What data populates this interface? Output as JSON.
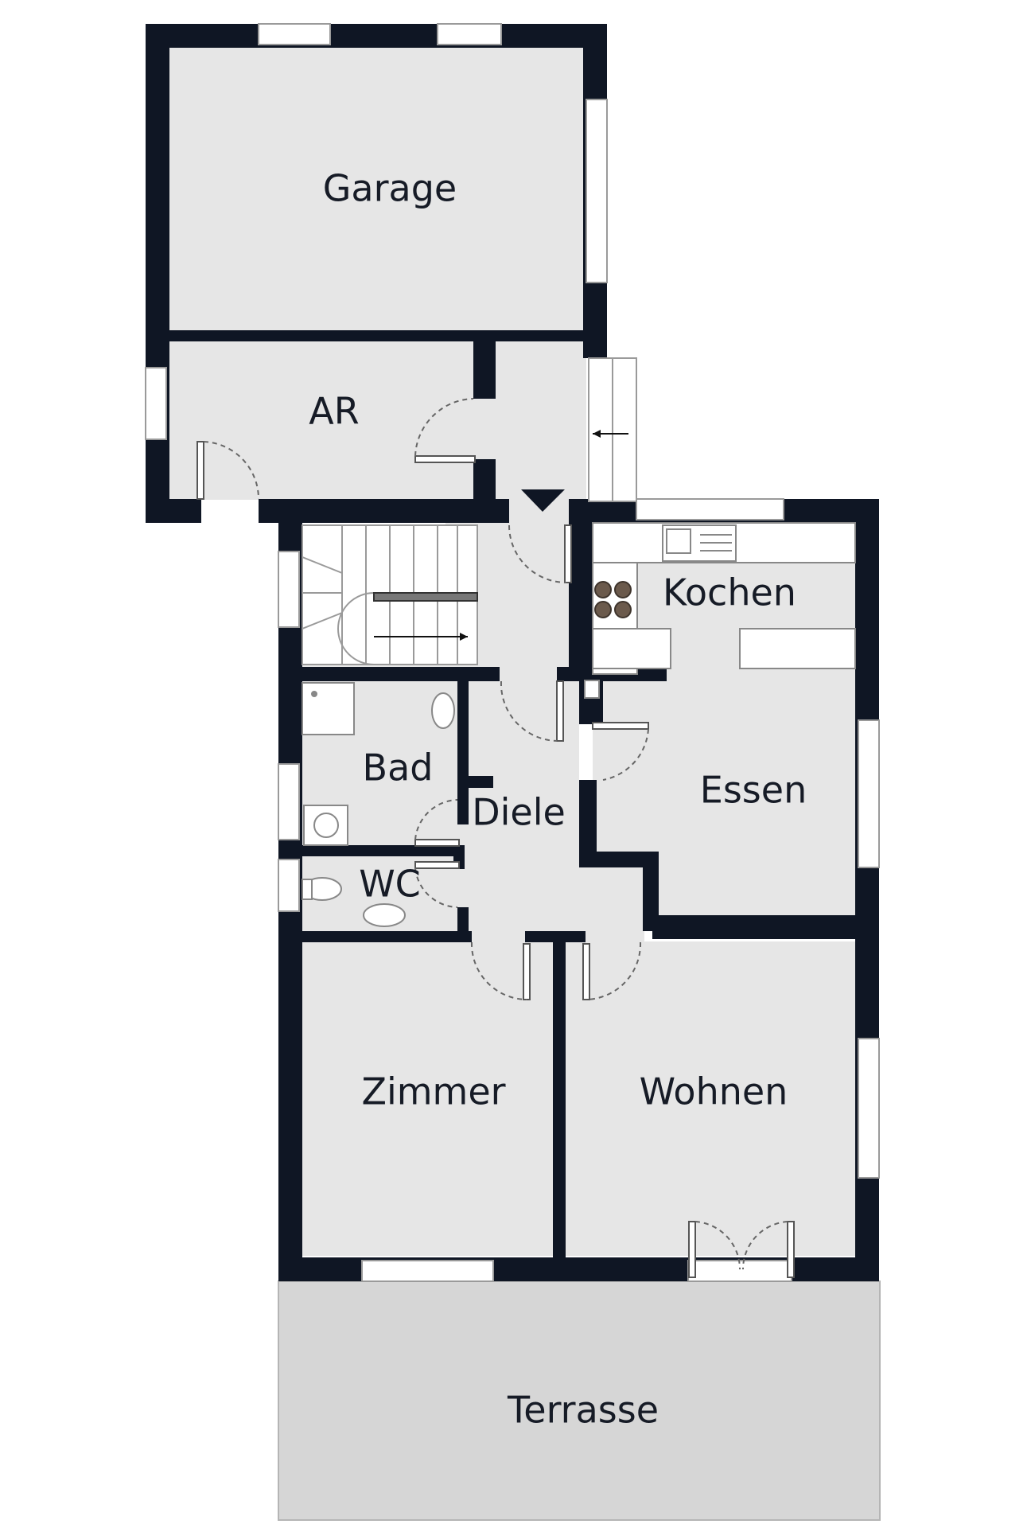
{
  "rooms": {
    "garage": "Garage",
    "ar": "AR",
    "kochen": "Kochen",
    "bad": "Bad",
    "diele": "Diele",
    "essen": "Essen",
    "wc": "WC",
    "zimmer": "Zimmer",
    "wohnen": "Wohnen",
    "terrasse": "Terrasse"
  }
}
